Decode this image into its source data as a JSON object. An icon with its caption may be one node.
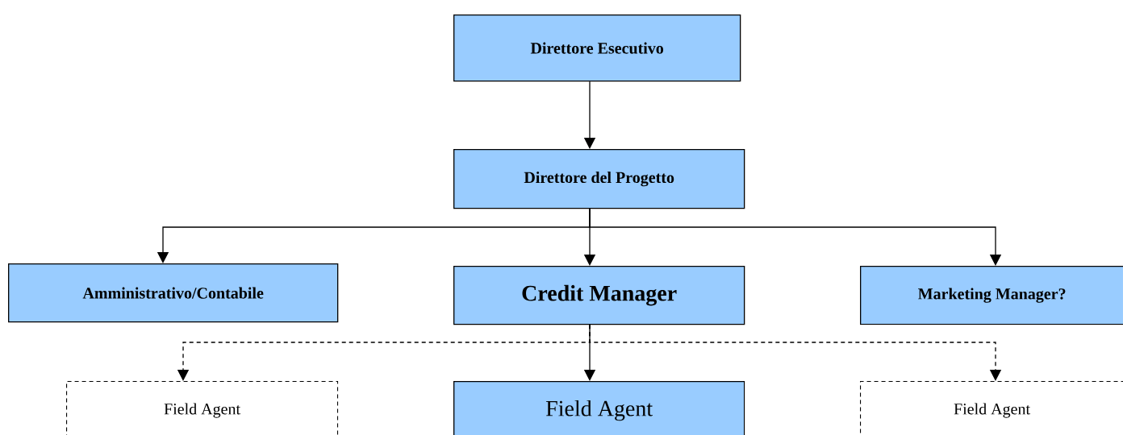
{
  "diagram": {
    "nodes": [
      {
        "text": [
          "Direttore Esecutivo"
        ]
      },
      {
        "text": [
          "Direttore del Progetto"
        ]
      },
      {
        "text": [
          "Amministrativo/Contabile"
        ]
      },
      {
        "text": [
          "Credit Manager"
        ]
      },
      {
        "text": [
          "Marketing Manager?"
        ]
      },
      {
        "text": [
          "Field Agent"
        ]
      },
      {
        "text": [
          "Field Agent"
        ]
      },
      {
        "text": [
          "Field Agent"
        ]
      }
    ],
    "edges": [
      {
        "from": 0,
        "to": 1,
        "arrow": "to"
      },
      {
        "from": 1,
        "to": 2,
        "arrow": "to"
      },
      {
        "from": 1,
        "to": 3,
        "arrow": "to"
      },
      {
        "from": 1,
        "to": 4,
        "arrow": "to"
      },
      {
        "from": 3,
        "to": 5,
        "arrow": "to",
        "style": "dashed"
      },
      {
        "from": 3,
        "to": 6,
        "arrow": "to"
      },
      {
        "from": 3,
        "to": 7,
        "arrow": "to",
        "style": "dashed"
      }
    ]
  }
}
